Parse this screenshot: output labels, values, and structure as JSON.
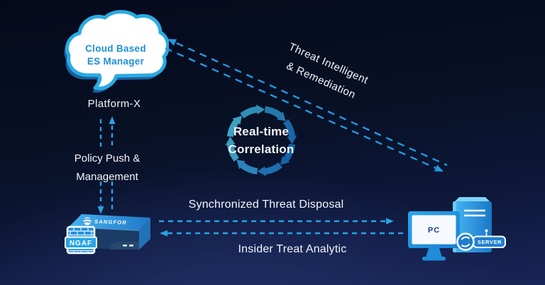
{
  "diagram": {
    "cloud": {
      "title_line1": "Cloud Based",
      "title_line2": "ES Manager",
      "caption": "Platform-X"
    },
    "left_link": {
      "line1": "Policy Push &",
      "line2": "Management"
    },
    "appliance": {
      "brand": "SANGFOR",
      "badge": "NGAF"
    },
    "ring": {
      "line1": "Real-time",
      "line2": "Correlation"
    },
    "top_link": {
      "line1": "Threat Intelligent",
      "line2": "& Remediation"
    },
    "bottom_link": {
      "to_pc": "Synchronized Threat Disposal",
      "to_ngaf": "Insider Treat Analytic"
    },
    "endpoint": {
      "pc_label": "PC",
      "server_label": "SERVER"
    }
  },
  "colors": {
    "background_top": "#05091c",
    "background_bottom": "#182558",
    "arrow_blue": "#2aa2e6",
    "cloud_border": "#29abe2",
    "cloud_text": "#1e8fd5",
    "device_top_blue": "#2f93dc",
    "device_front_navy": "#1b3c66",
    "ring_light": "#3fa0c0",
    "ring_dark": "#1563a8",
    "text_white": "#f2f6fc"
  }
}
